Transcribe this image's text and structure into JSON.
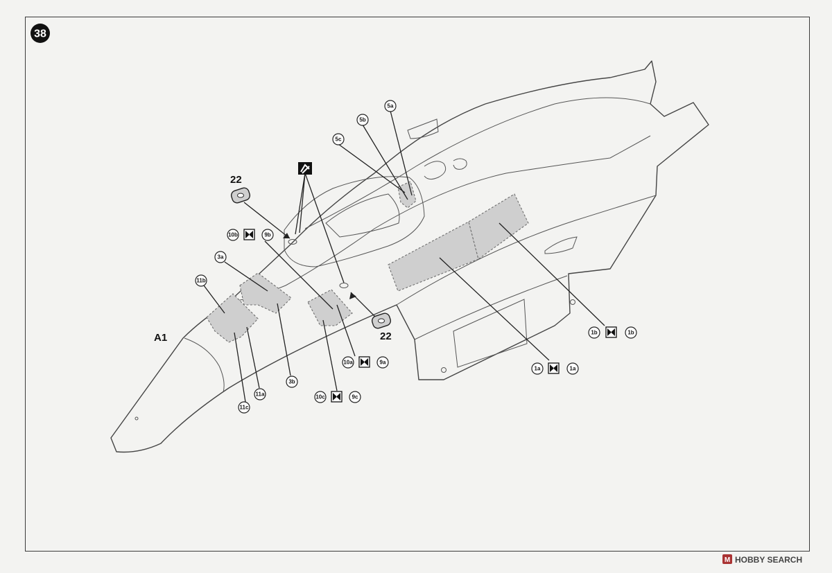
{
  "step": {
    "number": "38"
  },
  "part": {
    "label": "A1"
  },
  "pins": [
    {
      "id": "pin-left",
      "label": "22"
    },
    {
      "id": "pin-right",
      "label": "22"
    }
  ],
  "decal_labels": {
    "d5a": "5a",
    "d5b": "5b",
    "d5c": "5c",
    "d10b": "10b",
    "d9b": "9b",
    "d3a": "3a",
    "d11b": "11b",
    "d3b": "3b",
    "d11a": "11a",
    "d11c": "11c",
    "d10a": "10a",
    "d9a": "9a",
    "d10c": "10c",
    "d9c": "9c",
    "d1a_l": "1a",
    "d1a_r": "1a",
    "d1b_l": "1b",
    "d1b_r": "1b"
  },
  "watermark": {
    "text": "HOBBY SEARCH"
  },
  "colors": {
    "decal_fill": "#cfcfcf",
    "line": "#444444",
    "paper": "#f3f3f1"
  }
}
